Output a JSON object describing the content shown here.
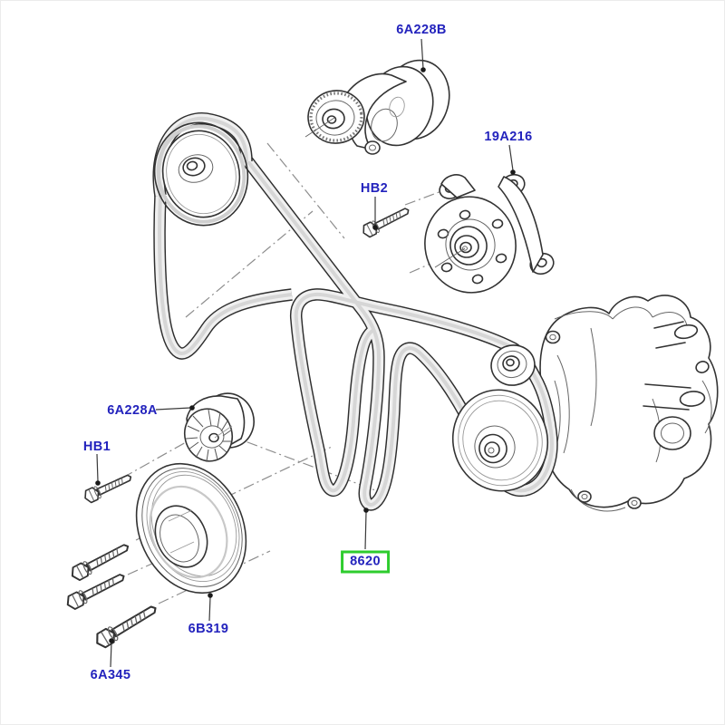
{
  "diagram": {
    "kind": "exploded-parts-diagram",
    "callouts": [
      {
        "text": "6A228B",
        "highlighted": false
      },
      {
        "text": "19A216",
        "highlighted": false
      },
      {
        "text": "HB2",
        "highlighted": false
      },
      {
        "text": "6A228A",
        "highlighted": false
      },
      {
        "text": "HB1",
        "highlighted": false
      },
      {
        "text": "8620",
        "highlighted": true
      },
      {
        "text": "6B319",
        "highlighted": false
      },
      {
        "text": "6A345",
        "highlighted": false
      }
    ]
  },
  "colors": {
    "label_text": "#2323bd",
    "highlight_box": "#2ecc2e",
    "line_art": "#333333"
  }
}
